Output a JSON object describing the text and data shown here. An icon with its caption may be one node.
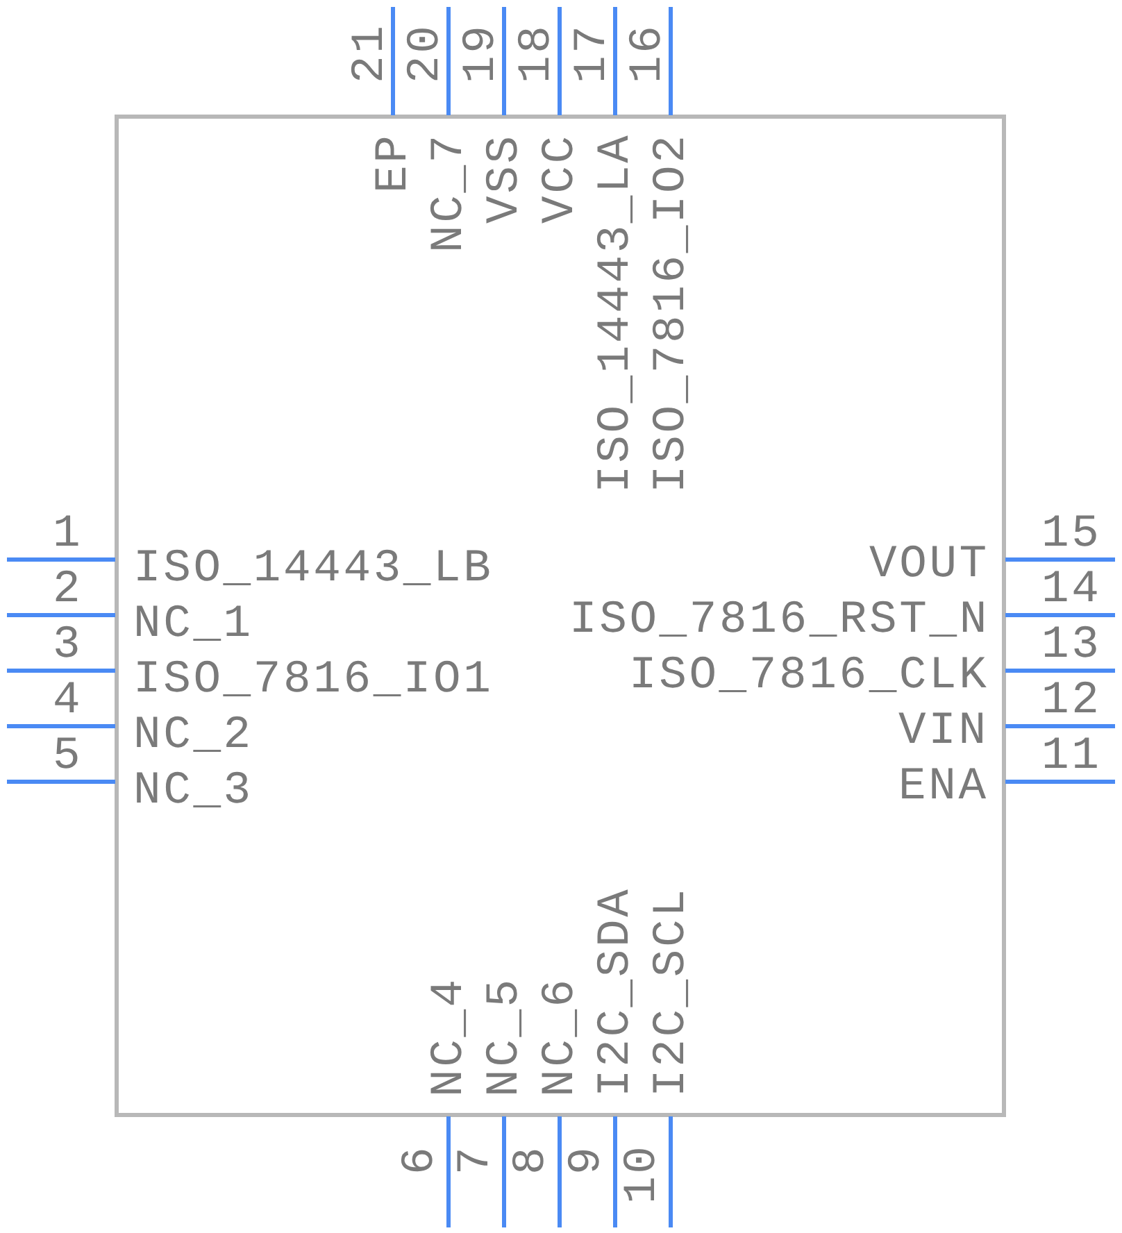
{
  "diagram": {
    "labels": [
      "1",
      "ISO_14443_LB",
      "2",
      "NC_1",
      "3",
      "ISO_7816_IO1",
      "4",
      "NC_2",
      "5",
      "NC_3",
      "6",
      "NC_4",
      "7",
      "NC_5",
      "8",
      "NC_6",
      "9",
      "I2C_SDA",
      "10",
      "I2C_SCL",
      "11",
      "ENA",
      "12",
      "VIN",
      "13",
      "ISO_7816_CLK",
      "14",
      "ISO_7816_RST_N",
      "15",
      "VOUT",
      "16",
      "ISO_7816_IO2",
      "17",
      "ISO_14443_LA",
      "18",
      "VCC",
      "19",
      "VSS",
      "20",
      "NC_7",
      "21",
      "EP"
    ]
  }
}
